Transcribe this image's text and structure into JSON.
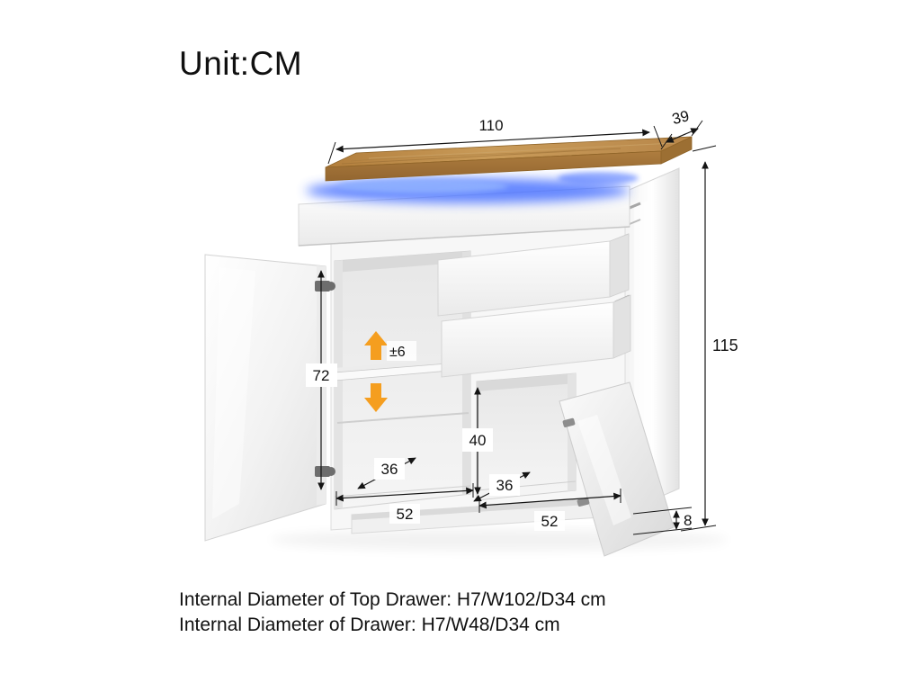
{
  "title": "Unit:CM",
  "dimensions": {
    "top_width": "110",
    "top_depth": "39",
    "overall_height": "115",
    "left_interior_height": "72",
    "shelf_adjust": "±6",
    "right_interior_height": "40",
    "left_interior_depth": "36",
    "right_interior_depth": "36",
    "left_section_width": "52",
    "right_section_width": "52",
    "plinth_height": "8"
  },
  "notes": {
    "line1": "Internal Diameter of Top Drawer: H7/W102/D34 cm",
    "line2": "Internal Diameter of Drawer: H7/W48/D34 cm"
  },
  "colors": {
    "wood": "#b8874a",
    "led_glow": "#3f6bff",
    "led_core": "#8fb0ff",
    "arrow_accent": "#f59e1f",
    "dimension_lines": "#161616",
    "background": "#ffffff"
  }
}
